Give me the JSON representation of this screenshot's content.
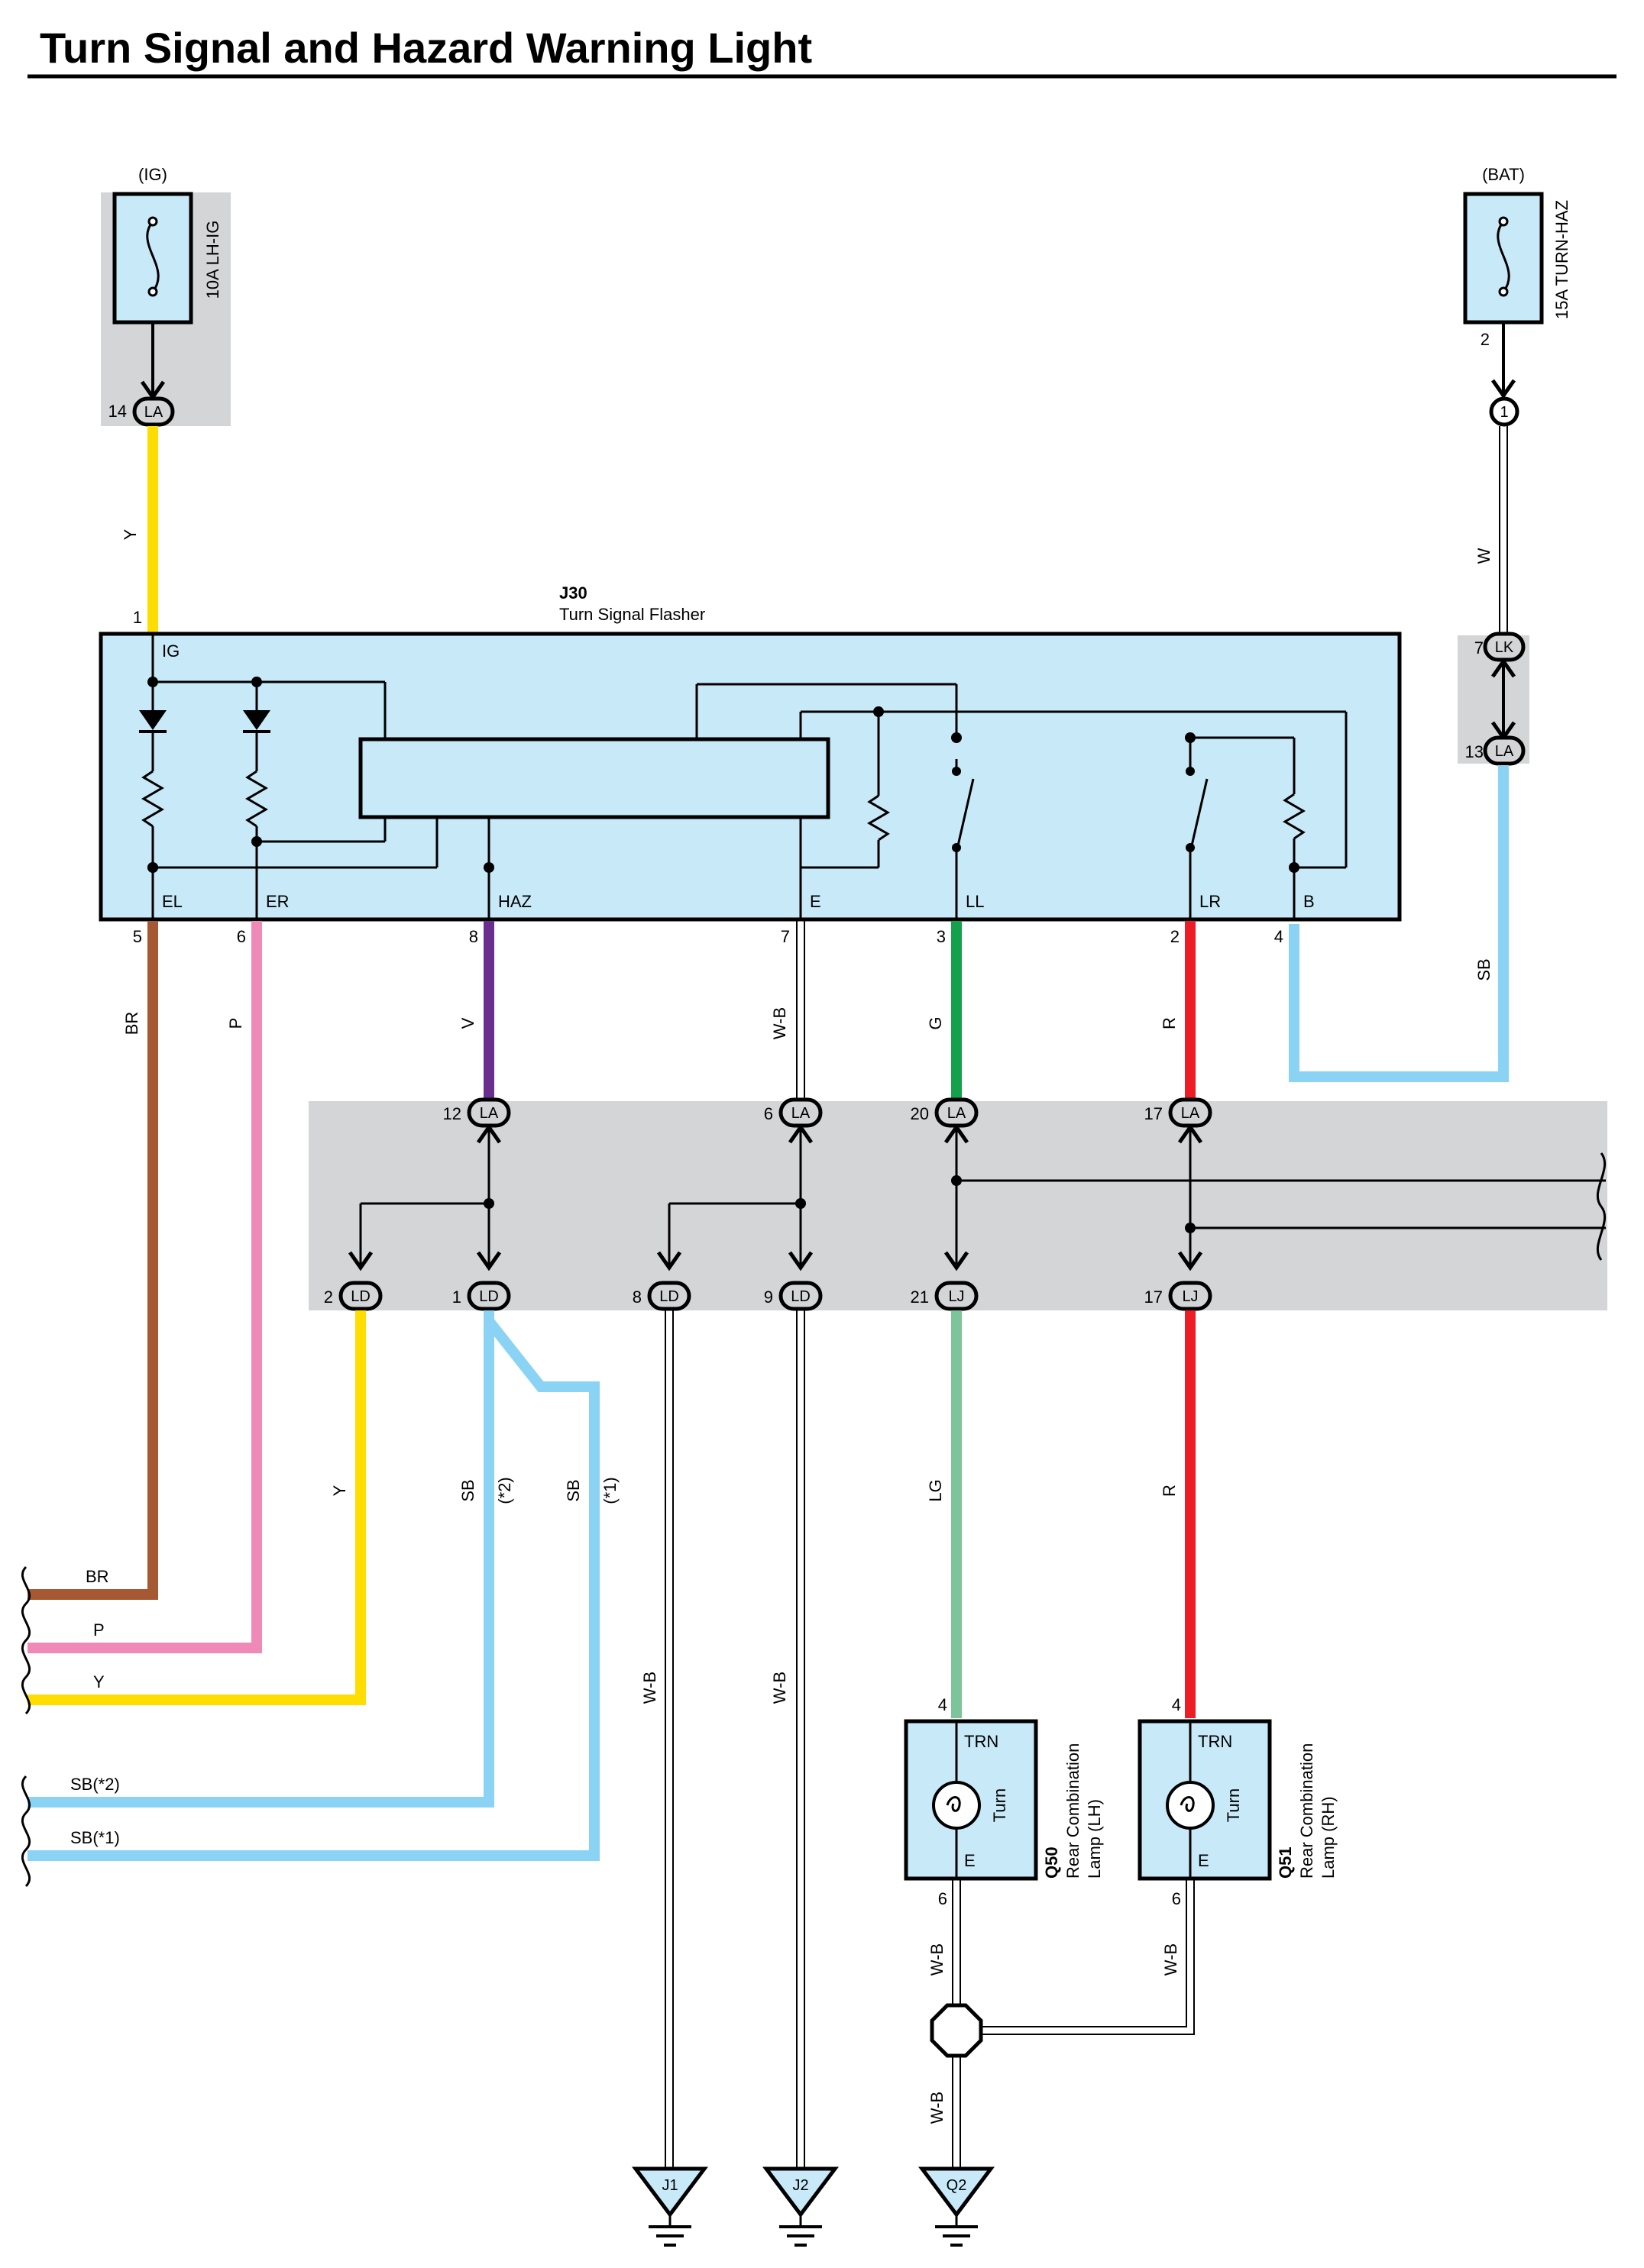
{
  "title": "Turn Signal and Hazard Warning Light",
  "colors": {
    "Y": "#ffdd00",
    "BR": "#a65832",
    "P": "#ef8ab8",
    "V": "#6a2e8e",
    "G": "#13a24b",
    "R": "#ee1c25",
    "SB": "#8ad3f5",
    "LG": "#7ec49a",
    "box": "#c8e9f8",
    "shade": "#d4d5d7"
  },
  "fuses": {
    "ig": {
      "supply": "(IG)",
      "name": "10A LH-IG",
      "pin": "14",
      "conn": "LA"
    },
    "bat": {
      "supply": "(BAT)",
      "name": "15A TURN-HAZ",
      "pin": "2",
      "conn": "1"
    }
  },
  "flasher": {
    "id": "J30",
    "name": "Turn Signal Flasher",
    "ig_pin": "1",
    "ig_label": "IG",
    "terms": [
      {
        "label": "EL",
        "pin": "5",
        "wire": "BR"
      },
      {
        "label": "ER",
        "pin": "6",
        "wire": "P"
      },
      {
        "label": "HAZ",
        "pin": "8",
        "wire": "V"
      },
      {
        "label": "E",
        "pin": "7",
        "wire": "W-B"
      },
      {
        "label": "LL",
        "pin": "3",
        "wire": "G"
      },
      {
        "label": "LR",
        "pin": "2",
        "wire": "R"
      },
      {
        "label": "B",
        "pin": "4",
        "wire": "SB"
      }
    ]
  },
  "wires": {
    "ig": "Y",
    "bat": "W",
    "b_to_la": "SB"
  },
  "bat_junction": {
    "pin_lk": "7",
    "conn_lk": "LK",
    "pin_la": "13",
    "conn_la": "LA"
  },
  "junction_top": [
    {
      "pin": "12",
      "conn": "LA"
    },
    {
      "pin": "6",
      "conn": "LA"
    },
    {
      "pin": "20",
      "conn": "LA"
    },
    {
      "pin": "17",
      "conn": "LA"
    }
  ],
  "junction_bottom": [
    {
      "pin": "2",
      "conn": "LD"
    },
    {
      "pin": "1",
      "conn": "LD"
    },
    {
      "pin": "8",
      "conn": "LD"
    },
    {
      "pin": "9",
      "conn": "LD"
    },
    {
      "pin": "21",
      "conn": "LJ"
    },
    {
      "pin": "17",
      "conn": "LJ"
    }
  ],
  "lower_wires": {
    "y": "Y",
    "sb2": "SB",
    "sb2_note": "(*2)",
    "sb1": "SB",
    "sb1_note": "(*1)",
    "wb1": "W-B",
    "wb2": "W-B",
    "lg": "LG",
    "r": "R"
  },
  "left_exits": [
    "BR",
    "P",
    "Y",
    "SB(*2)",
    "SB(*1)"
  ],
  "lamps": [
    {
      "id": "Q50",
      "name1": "Rear Combination",
      "name2": "Lamp (LH)",
      "top": "TRN",
      "bottom": "E",
      "side": "Turn",
      "pin_in": "4",
      "pin_out": "6",
      "out_wire": "W-B"
    },
    {
      "id": "Q51",
      "name1": "Rear Combination",
      "name2": "Lamp (RH)",
      "top": "TRN",
      "bottom": "E",
      "side": "Turn",
      "pin_in": "4",
      "pin_out": "6",
      "out_wire": "W-B"
    }
  ],
  "ground_wire": "W-B",
  "grounds": [
    "J1",
    "J2",
    "Q2"
  ]
}
